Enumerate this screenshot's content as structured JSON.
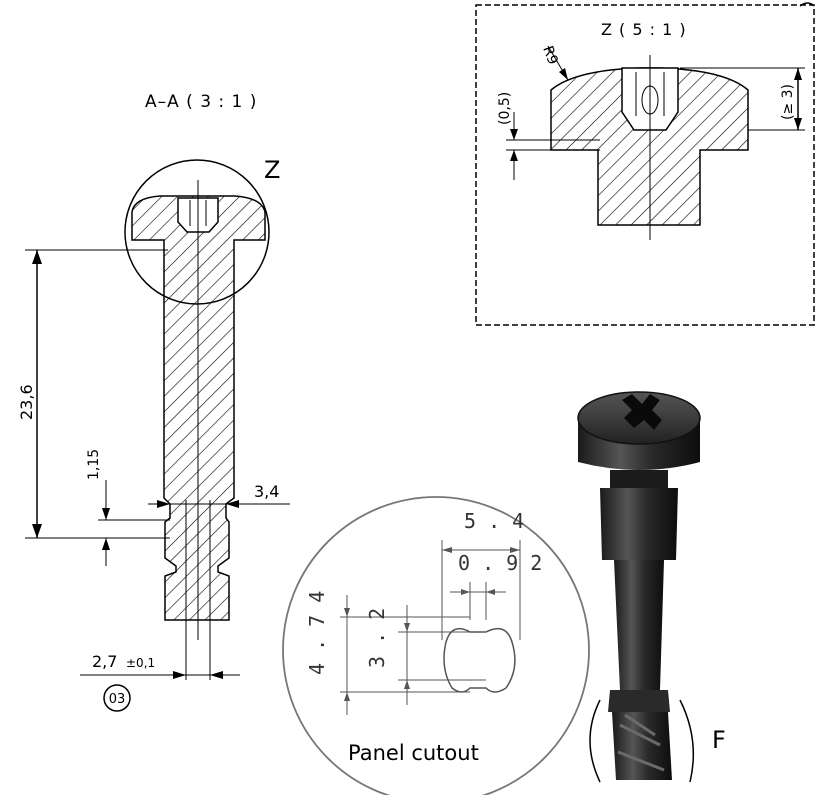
{
  "section_view": {
    "title": "A–A ( 3 : 1 )",
    "detail_marker": "Z",
    "dim_length": "23,6",
    "dim_groove": "1,15",
    "dim_diameter": "3,4",
    "dim_tip": "2,7",
    "dim_tip_tol": "±0,1",
    "item_number": "03"
  },
  "detail_view": {
    "title": "Z ( 5 : 1 )",
    "radius": "R9",
    "dim_small": "(0,5)",
    "dim_height": "(≥ 3)"
  },
  "panel_cutout": {
    "label": "Panel cutout",
    "dim_width": "5 . 4",
    "dim_slot": "0 . 9 2",
    "dim_outer_height": "4 . 7 4",
    "dim_inner_height": "3 . 2"
  },
  "render_view": {
    "detail_marker": "F"
  }
}
